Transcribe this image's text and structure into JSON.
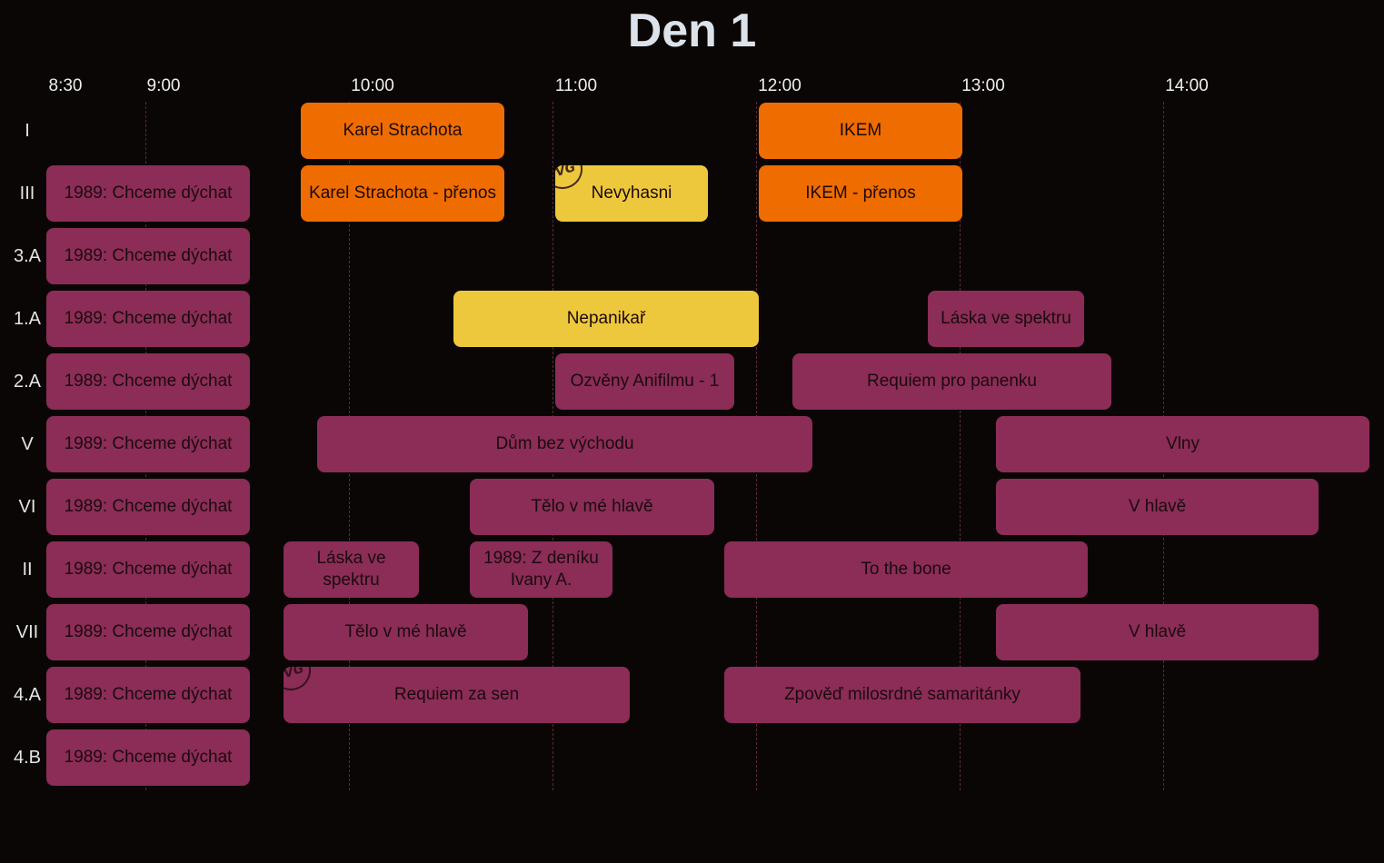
{
  "title": "Den 1",
  "colors": {
    "background": "#0b0606",
    "purple": "#8b2d56",
    "orange": "#ef6c00",
    "yellow": "#eec83c"
  },
  "times": [
    "8:30",
    "9:00",
    "10:00",
    "11:00",
    "12:00",
    "13:00",
    "14:00"
  ],
  "rooms": [
    "I",
    "III",
    "3.A",
    "1.A",
    "2.A",
    "V",
    "VI",
    "II",
    "VII",
    "4.A",
    "4.B"
  ],
  "events": [
    {
      "id": "e1",
      "label": "Karel Strachota"
    },
    {
      "id": "e2",
      "label": "IKEM"
    },
    {
      "id": "e3",
      "label": "1989: Chceme dýchat"
    },
    {
      "id": "e4",
      "label": "Karel Strachota - přenos"
    },
    {
      "id": "e5",
      "label": "Nevyhasni",
      "badge": "VG"
    },
    {
      "id": "e6",
      "label": "IKEM - přenos"
    },
    {
      "id": "e7",
      "label": "1989: Chceme dýchat"
    },
    {
      "id": "e8",
      "label": "1989: Chceme dýchat"
    },
    {
      "id": "e9",
      "label": "Nepanikař"
    },
    {
      "id": "e10",
      "label": "Láska ve spektru"
    },
    {
      "id": "e11",
      "label": "1989: Chceme dýchat"
    },
    {
      "id": "e12",
      "label": "Ozvěny Anifilmu - 1"
    },
    {
      "id": "e13",
      "label": "Requiem pro panenku"
    },
    {
      "id": "e14",
      "label": "1989: Chceme dýchat"
    },
    {
      "id": "e15",
      "label": "Dům bez východu"
    },
    {
      "id": "e16",
      "label": "Vlny"
    },
    {
      "id": "e17",
      "label": "1989: Chceme dýchat"
    },
    {
      "id": "e18",
      "label": "Tělo v mé hlavě"
    },
    {
      "id": "e19",
      "label": "V hlavě"
    },
    {
      "id": "e20",
      "label": "1989: Chceme dýchat"
    },
    {
      "id": "e21",
      "label": "Láska ve spektru"
    },
    {
      "id": "e22",
      "label": "1989: Z deníku Ivany A."
    },
    {
      "id": "e23",
      "label": "To the bone"
    },
    {
      "id": "e24",
      "label": "1989: Chceme dýchat"
    },
    {
      "id": "e25",
      "label": "Tělo v mé hlavě"
    },
    {
      "id": "e26",
      "label": "V hlavě"
    },
    {
      "id": "e27",
      "label": "1989: Chceme dýchat"
    },
    {
      "id": "e28",
      "label": "Requiem za sen",
      "badge": "VG"
    },
    {
      "id": "e29",
      "label": "Zpověď milosrdné samaritánky"
    },
    {
      "id": "e30",
      "label": "1989: Chceme dýchat"
    }
  ]
}
